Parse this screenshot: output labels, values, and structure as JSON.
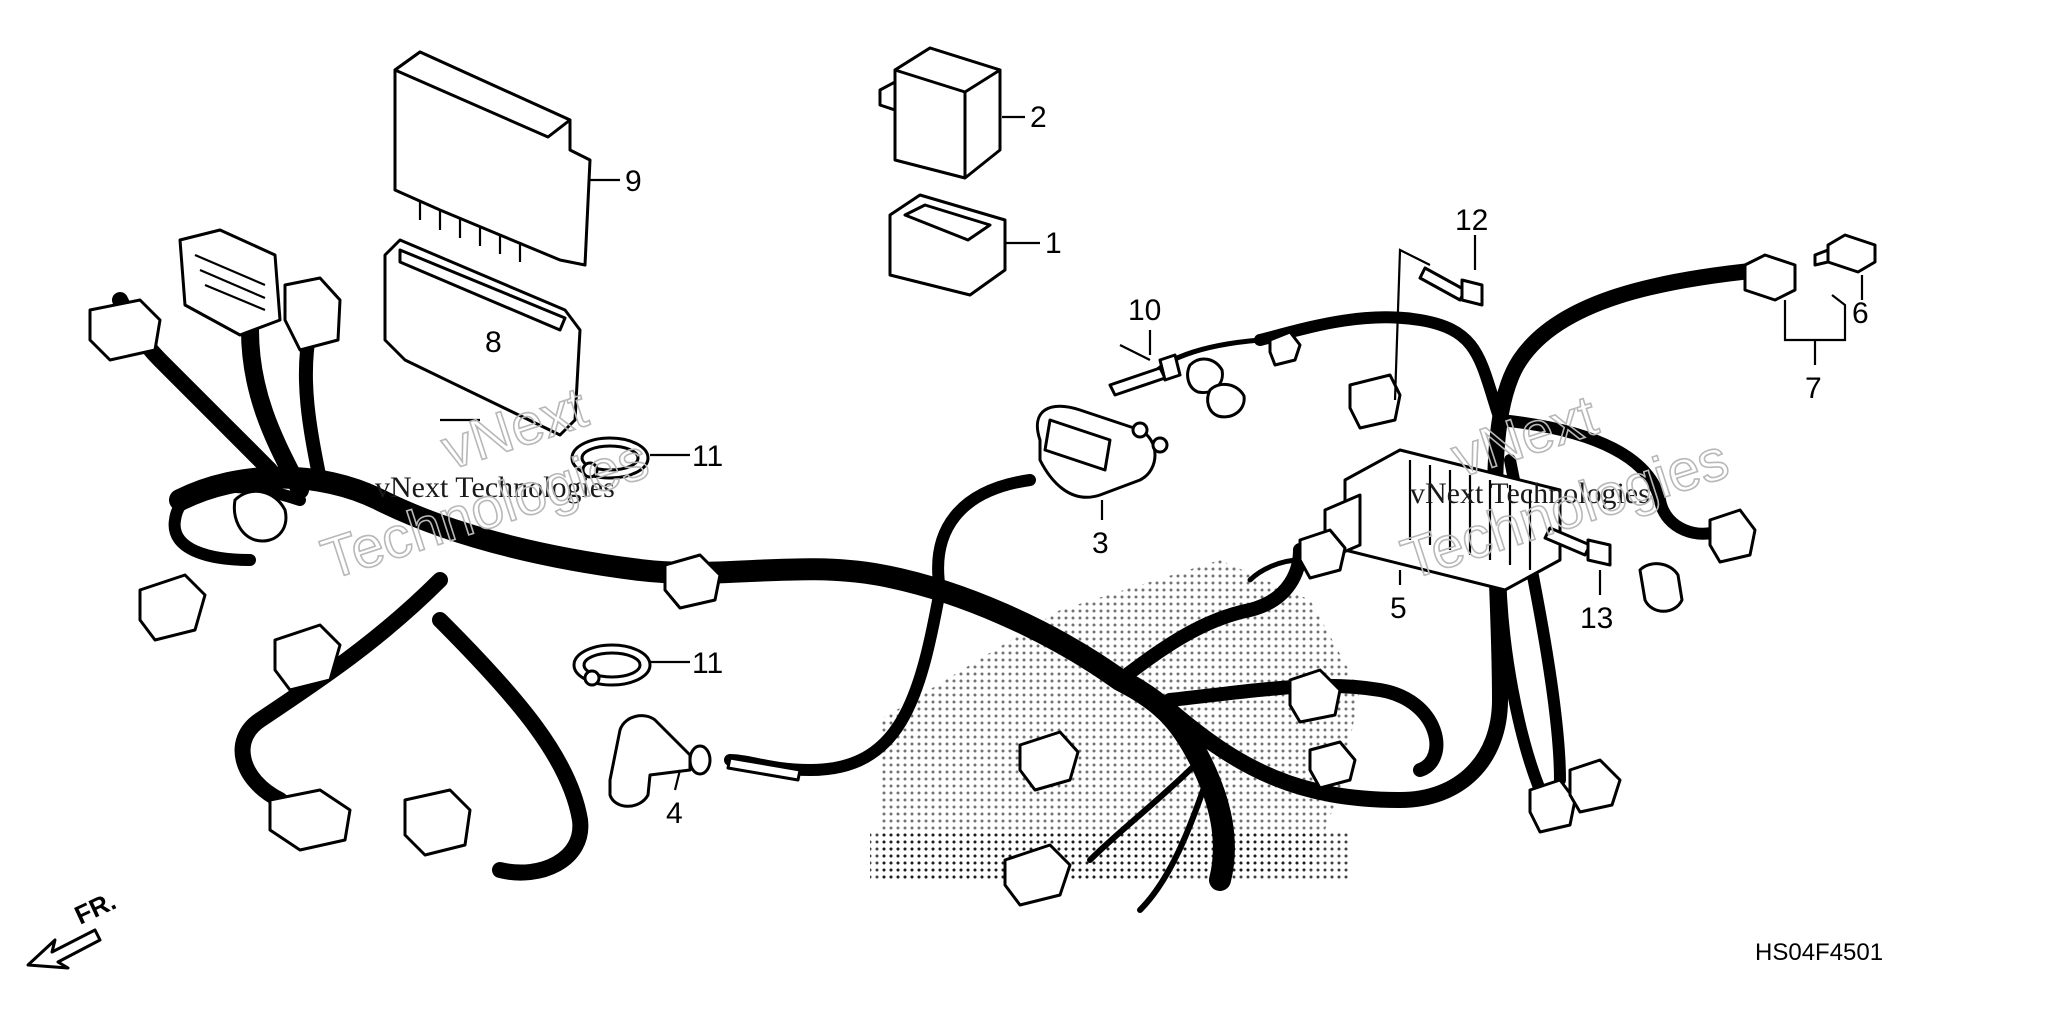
{
  "diagram": {
    "code": "HS04F4501",
    "front_label": "FR.",
    "watermark": {
      "line1": "vNext",
      "line2": "Technologies",
      "caption": "vNext Technologies"
    },
    "callouts": {
      "c1": "1",
      "c2": "2",
      "c3": "3",
      "c4": "4",
      "c5": "5",
      "c6": "6",
      "c7": "7",
      "c8": "8",
      "c9": "9",
      "c10": "10",
      "c11a": "11",
      "c11b": "11",
      "c12": "12",
      "c13": "13"
    }
  }
}
